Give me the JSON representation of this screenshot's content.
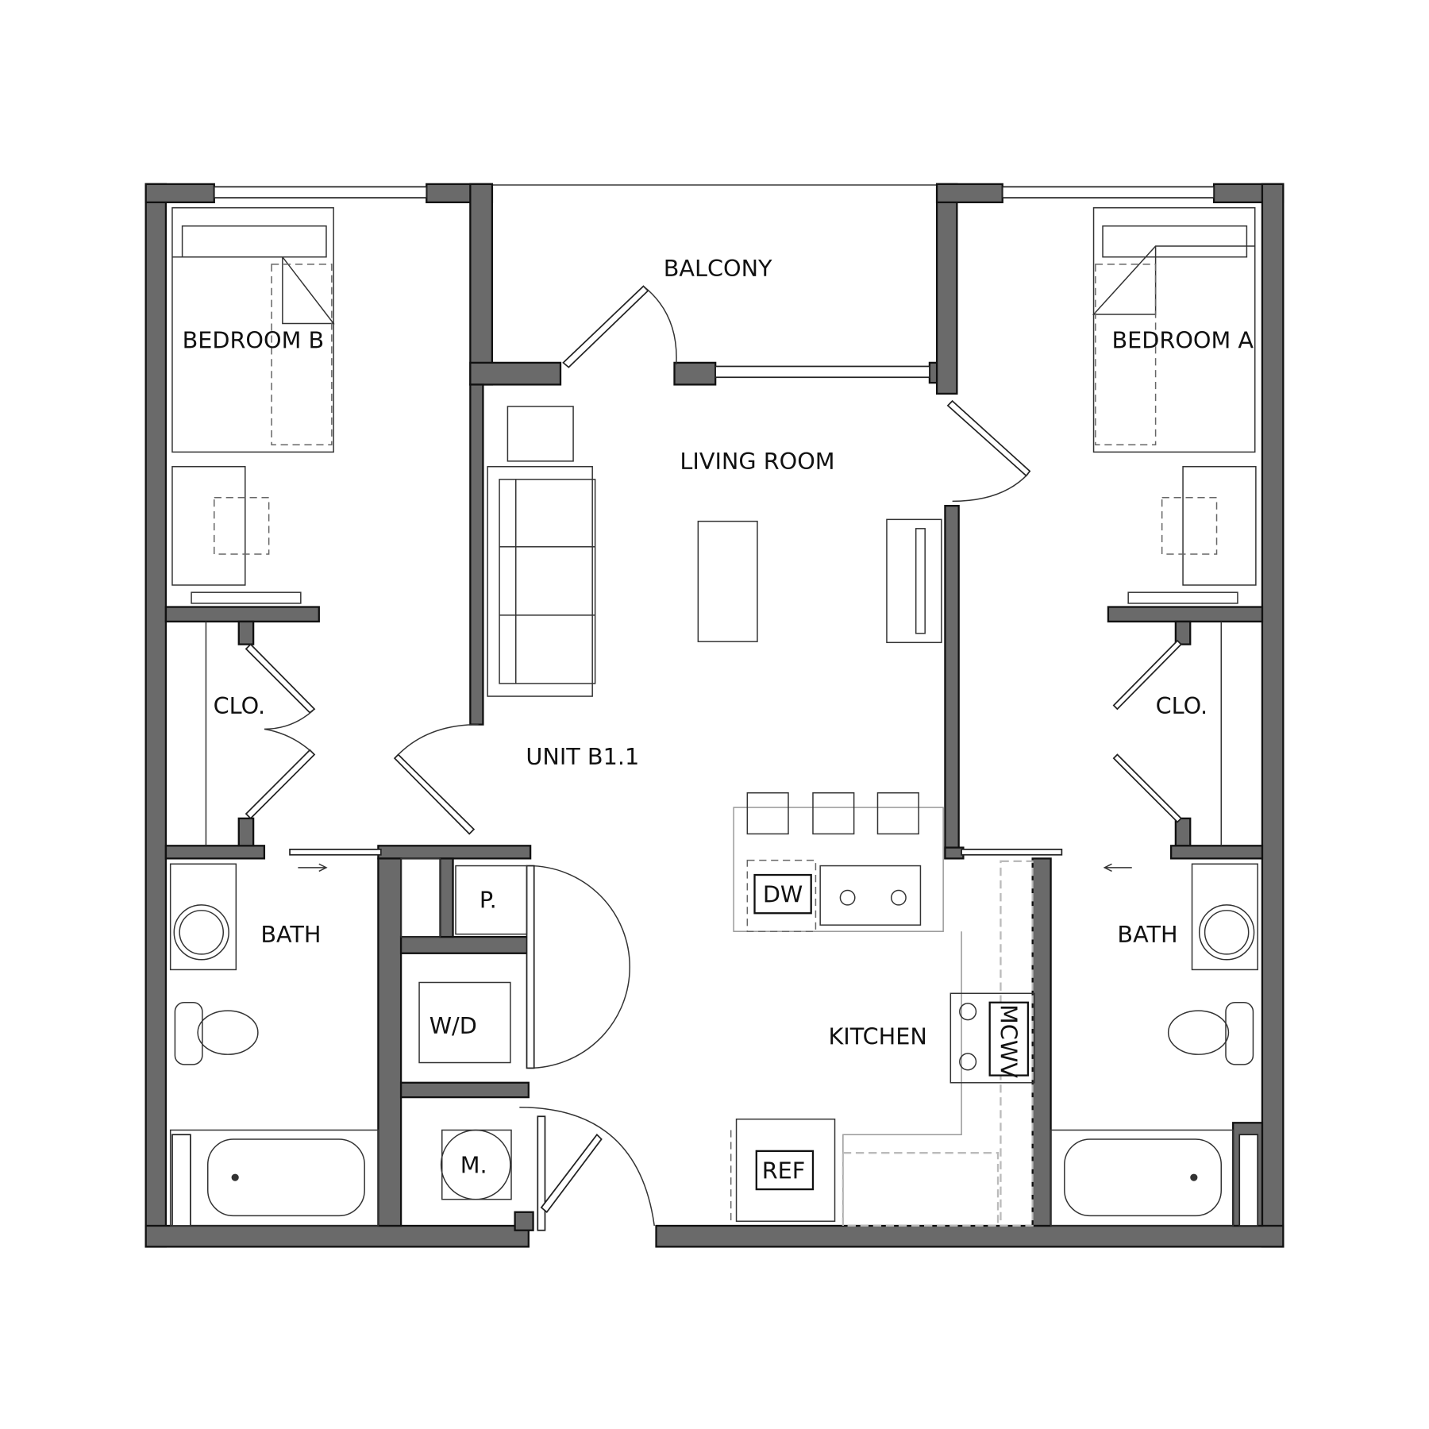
{
  "unit_name": "UNIT B1.1",
  "colors": {
    "wall": "#6a6a6a",
    "line": "#111111",
    "background": "#ffffff"
  },
  "rooms": {
    "balcony": "BALCONY",
    "living_room": "LIVING ROOM",
    "bedroom_b": "BEDROOM B",
    "bedroom_a": "BEDROOM A",
    "closet_left": "CLO.",
    "closet_right": "CLO.",
    "bath_left": "BATH",
    "bath_right": "BATH",
    "kitchen": "KITCHEN",
    "pantry": "P.",
    "washer_dryer": "W/D",
    "mechanical": "M."
  },
  "appliances": {
    "dishwasher": "DW",
    "refrigerator": "REF",
    "microwave": "MCWV"
  }
}
